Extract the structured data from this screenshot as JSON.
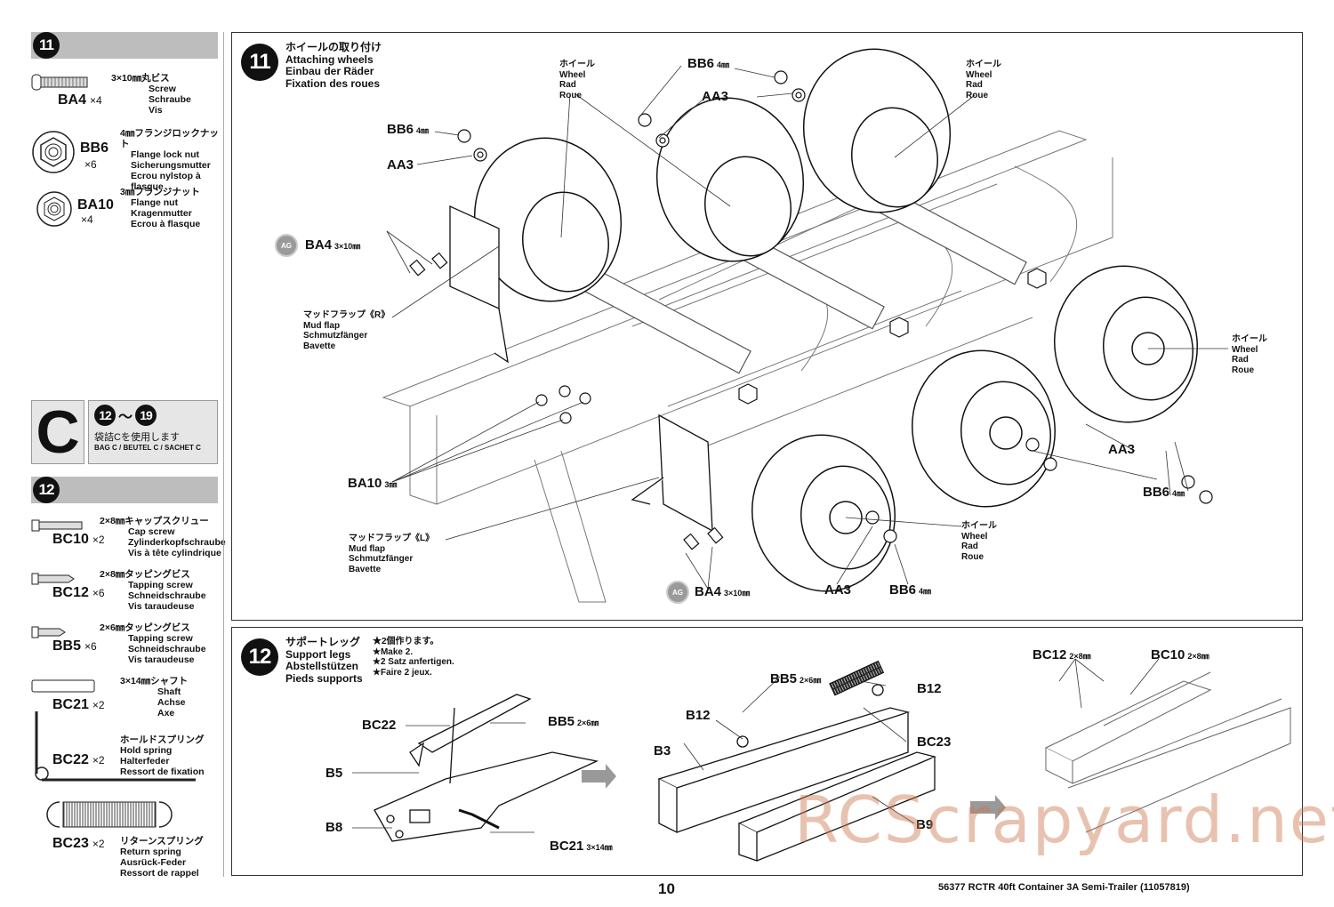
{
  "sidebar": {
    "step11": {
      "number": "11",
      "parts": [
        {
          "code": "BA4",
          "qty": "×4",
          "jp": "3×10㎜丸ビス",
          "en": "Screw",
          "de": "Schraube",
          "fr": "Vis"
        },
        {
          "code": "BB6",
          "qty": "×6",
          "jp": "4㎜フランジロックナット",
          "en": "Flange lock nut",
          "de": "Sicherungsmutter",
          "fr": "Ecrou nylstop à flasque"
        },
        {
          "code": "BA10",
          "qty": "×4",
          "jp": "3㎜フランジナット",
          "en": "Flange nut",
          "de": "Kragenmutter",
          "fr": "Ecrou à flasque"
        }
      ]
    },
    "bag": {
      "letter": "C",
      "range_start": "12",
      "range_sep": "～",
      "range_end": "19",
      "jp": "袋詰Cを使用します",
      "text": "BAG C / BEUTEL C / SACHET C"
    },
    "step12": {
      "number": "12",
      "parts": [
        {
          "code": "BC10",
          "qty": "×2",
          "jp": "2×8㎜キャップスクリュー",
          "en": "Cap screw",
          "de": "Zylinderkopfschraube",
          "fr": "Vis à tête cylindrique"
        },
        {
          "code": "BC12",
          "qty": "×6",
          "jp": "2×8㎜タッピングビス",
          "en": "Tapping screw",
          "de": "Schneidschraube",
          "fr": "Vis taraudeuse"
        },
        {
          "code": "BB5",
          "qty": "×6",
          "jp": "2×6㎜タッピングビス",
          "en": "Tapping screw",
          "de": "Schneidschraube",
          "fr": "Vis taraudeuse"
        },
        {
          "code": "BC21",
          "qty": "×2",
          "jp": "3×14㎜シャフト",
          "en": "Shaft",
          "de": "Achse",
          "fr": "Axe"
        },
        {
          "code": "BC22",
          "qty": "×2",
          "jp": "ホールドスプリング",
          "en": "Hold spring",
          "de": "Halterfeder",
          "fr": "Ressort de fixation"
        },
        {
          "code": "BC23",
          "qty": "×2",
          "jp": "リターンスプリング",
          "en": "Return spring",
          "de": "Ausrück-Feder",
          "fr": "Ressort de rappel"
        }
      ]
    }
  },
  "panel11": {
    "number": "11",
    "title_jp": "ホイールの取り付け",
    "title_en": "Attaching wheels",
    "title_de": "Einbau der Räder",
    "title_fr": "Fixation des roues",
    "wheel": {
      "jp": "ホイール",
      "en": "Wheel",
      "de": "Rad",
      "fr": "Roue"
    },
    "labels": {
      "bb6": "BB6",
      "bb6_size": "4㎜",
      "aa3": "AA3",
      "ba4": "BA4",
      "ba4_size": "3×10㎜",
      "ba10": "BA10",
      "ba10_size": "3㎜",
      "ag": "AG"
    },
    "mudflap_r": {
      "jp": "マッドフラップ《R》",
      "en": "Mud flap",
      "de": "Schmutzfänger",
      "fr": "Bavette"
    },
    "mudflap_l": {
      "jp": "マッドフラップ《L》",
      "en": "Mud flap",
      "de": "Schmutzfänger",
      "fr": "Bavette"
    }
  },
  "panel12": {
    "number": "12",
    "title_jp": "サポートレッグ",
    "title_en": "Support legs",
    "title_de": "Abstellstützen",
    "title_fr": "Pieds supports",
    "note_jp": "★2個作ります。",
    "note_en": "★Make 2.",
    "note_de": "★2 Satz anfertigen.",
    "note_fr": "★Faire 2 jeux.",
    "labels": {
      "bc22": "BC22",
      "bb5": "BB5",
      "bb5_size": "2×6㎜",
      "b5": "B5",
      "b8": "B8",
      "bc21": "BC21",
      "bc21_size": "3×14㎜",
      "b12": "B12",
      "b3": "B3",
      "bc23": "BC23",
      "b9": "B9",
      "bc12": "BC12",
      "bc12_size": "2×8㎜",
      "bc10": "BC10",
      "bc10_size": "2×8㎜"
    }
  },
  "footer": {
    "page_number": "10",
    "product": "56377  RCTR 40ft Container 3A Semi-Trailer (11057819)"
  },
  "watermark": "RCScrapyard.net"
}
